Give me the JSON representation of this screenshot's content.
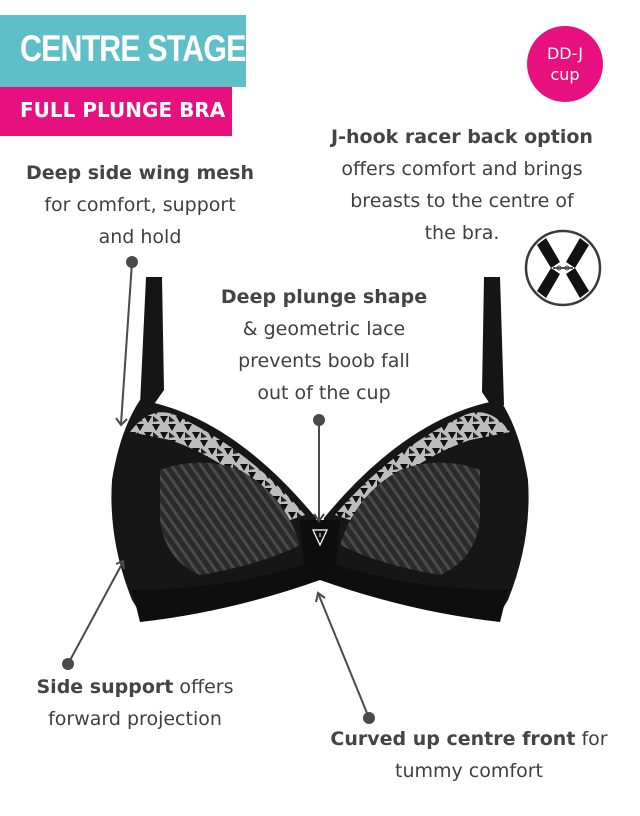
{
  "header": {
    "title": "CENTRE STAGE",
    "subtitle": "FULL PLUNGE BRA",
    "title_bg": "#5fbfc8",
    "subtitle_bg": "#e8107e"
  },
  "badge": {
    "line1": "DD-J",
    "line2": "cup",
    "color": "#e8107e"
  },
  "callouts": [
    {
      "bold": "Deep side wing mesh",
      "rest_lines": [
        "for comfort, support",
        "and hold"
      ]
    },
    {
      "bold": "J-hook racer back option",
      "rest_lines": [
        "offers comfort and brings",
        "breasts to the centre of",
        "the bra."
      ]
    },
    {
      "bold": "Deep plunge shape",
      "rest_lines": [
        "& geometric lace",
        "prevents boob fall",
        "out of the cup"
      ]
    },
    {
      "bold": "Side support",
      "rest_inline": " offers",
      "rest_lines": [
        "forward projection"
      ]
    },
    {
      "bold": "Curved up centre front",
      "rest_inline": " for",
      "rest_lines": [
        "tummy comfort"
      ]
    }
  ],
  "icons": {
    "racerback": "j-hook-racerback-icon",
    "logo": "triangle-logo-icon"
  },
  "colors": {
    "text": "#3f3f3f",
    "pointer": "#4a4a4a",
    "garment": "#111111"
  }
}
